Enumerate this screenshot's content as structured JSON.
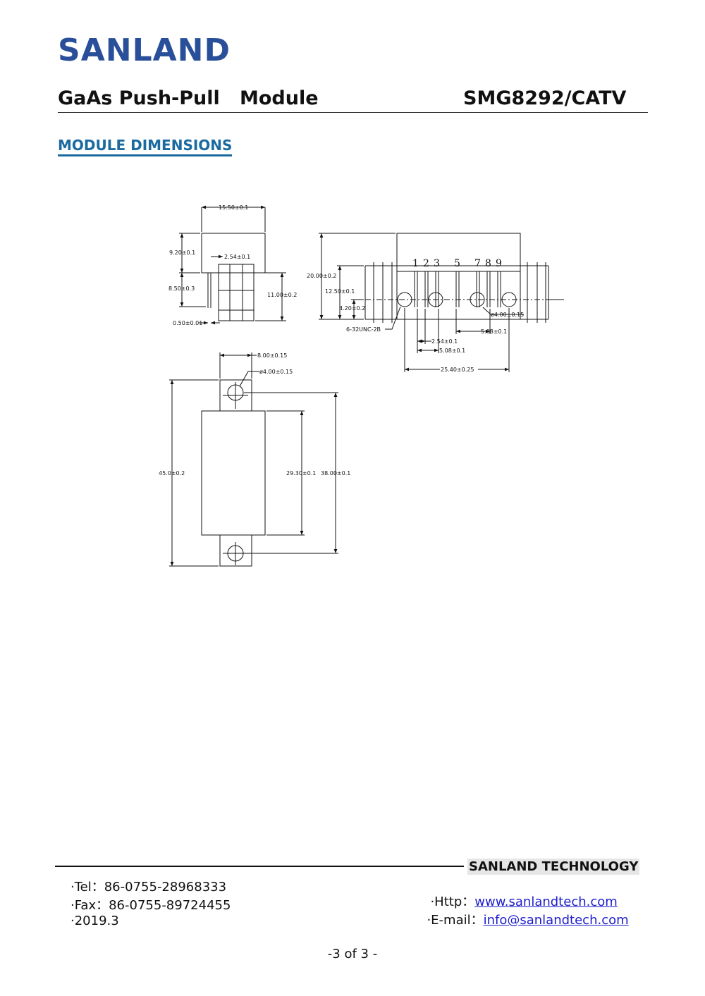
{
  "header": {
    "logo_text": "SANLAND",
    "logo_color": "#2a4f9a",
    "title_left": "GaAs Push-Pull   Module",
    "title_right": "SMG8292/CATV"
  },
  "section": {
    "title": "MODULE DIMENSIONS",
    "title_color": "#1a6aa0"
  },
  "drawing": {
    "side_view": {
      "width": "15.50±0.1",
      "top_height": "9.20±0.1",
      "pin_pitch": "2.54±0.1",
      "lower_height": "8.50±0.3",
      "total_height": "11.00±0.2",
      "pin_width": "0.50±0.01"
    },
    "front_view": {
      "pin_numbers": [
        "1",
        "2",
        "3",
        "5",
        "7",
        "8",
        "9"
      ],
      "overall_height": "20.00±0.2",
      "flange_height": "12.50±0.1",
      "hole_height": "4.20±0.2",
      "thread": "6-32UNC-2B",
      "hole_dia": "ø4.00±0.15",
      "pitch_a": "2.54±0.1",
      "pitch_b": "5.08±0.1",
      "pitch_c": "5.08±0.1",
      "hole_spacing": "25.40±0.25"
    },
    "top_view": {
      "tab_width": "8.00±0.15",
      "hole_dia": "ø4.00±0.15",
      "overall_length": "45.0±0.2",
      "body_length": "29.30±0.1",
      "hole_spacing": "38.00±0.1"
    }
  },
  "footer": {
    "company": "SANLAND TECHNOLOGY",
    "tel": "·Tel：86-0755-28968333",
    "fax": "·Fax：86-0755-89724455",
    "date": "·2019.3",
    "http_label": "·Http：",
    "http_link": "www.sanlandtech.com",
    "email_label": "·E-mail：",
    "email_link": "info@sanlandtech.com",
    "page": "-3 of 3 -",
    "link_color": "#1d1dcc"
  }
}
